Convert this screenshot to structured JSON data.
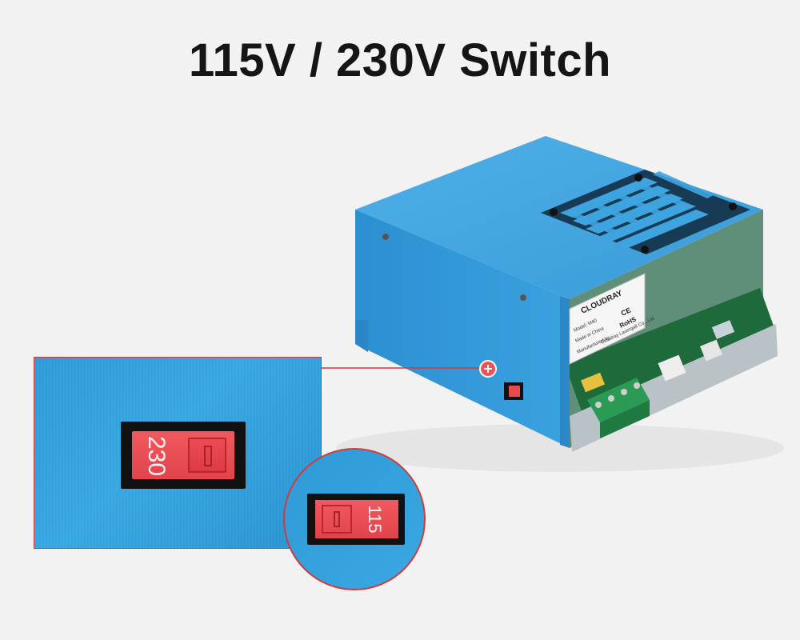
{
  "header": {
    "title": "115V / 230V Switch"
  },
  "product": {
    "brand": "CLOUDRAY",
    "label_lines": [
      "Model: M40",
      "Made in China",
      "Manufactured by",
      "Cloudray Lasergall Co., Ltd."
    ],
    "cert_marks": [
      "CE",
      "RoHS"
    ]
  },
  "zoom_large": {
    "switch_label": "230"
  },
  "zoom_small": {
    "switch_label": "115"
  },
  "colors": {
    "case_blue": "#3a9fdc",
    "switch_red": "#e84a52",
    "callout_red": "#d33a3a"
  },
  "icons": {
    "callout_marker": "plus-circle-icon"
  }
}
